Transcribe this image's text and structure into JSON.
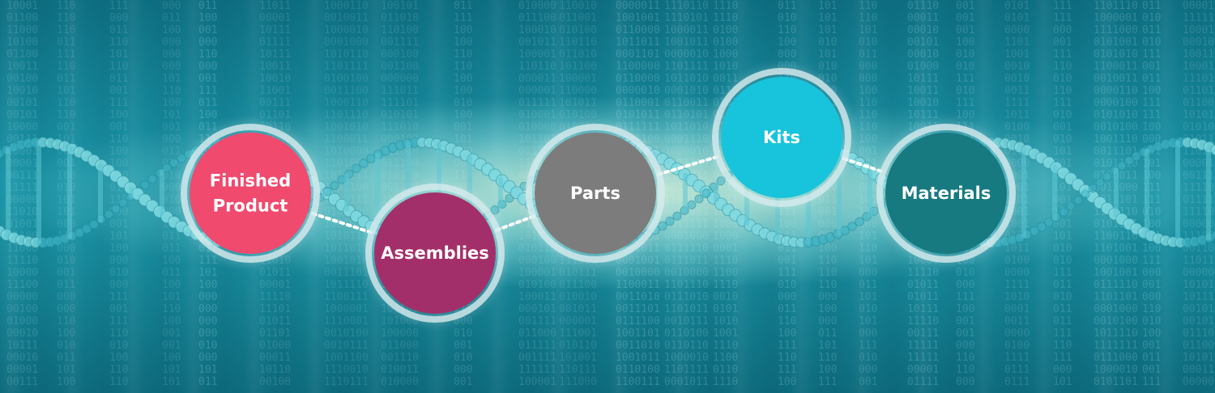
{
  "diagram": {
    "nodes": [
      {
        "id": "finished-product",
        "lines": [
          "Finished",
          "Product"
        ],
        "color": "#f04a6e"
      },
      {
        "id": "assemblies",
        "lines": [
          "Assemblies"
        ],
        "color": "#a32f6a"
      },
      {
        "id": "parts",
        "lines": [
          "Parts"
        ],
        "color": "#7c7c7c"
      },
      {
        "id": "kits",
        "lines": [
          "Kits"
        ],
        "color": "#17c4dc"
      },
      {
        "id": "materials",
        "lines": [
          "Materials"
        ],
        "color": "#167a80"
      }
    ],
    "edges": [
      [
        "finished-product",
        "assemblies"
      ],
      [
        "assemblies",
        "parts"
      ],
      [
        "parts",
        "kits"
      ],
      [
        "kits",
        "materials"
      ]
    ],
    "ring_color": "#d7ebee",
    "connector_color": "#ffffff"
  }
}
